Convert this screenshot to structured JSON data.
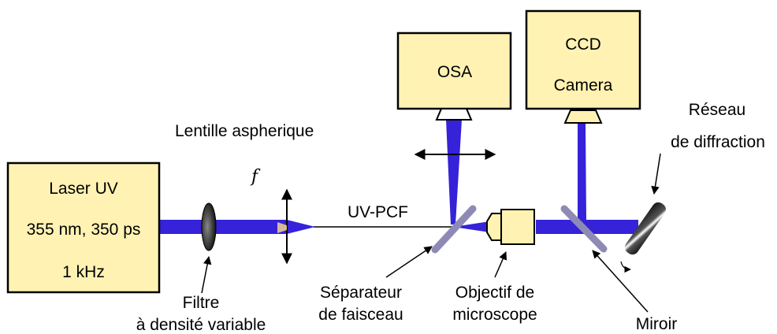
{
  "colors": {
    "box_fill": "#fff2b3",
    "box_stroke": "#000000",
    "beam": "#3522d9",
    "splitter": "#8d8bb5",
    "grating": "#2a2a2a"
  },
  "labels": {
    "laser_line1": "Laser UV",
    "laser_line2": "355 nm, 350 ps",
    "laser_line3": "1 kHz",
    "osa": "OSA",
    "ccd_line1": "CCD",
    "ccd_line2": "Camera",
    "lens": "Lentille aspherique",
    "focal": "f",
    "fiber": "UV-PCF",
    "filter_line1": "Filtre",
    "filter_line2": "à densité variable",
    "splitter_line1": "Séparateur",
    "splitter_line2": "de faisceau",
    "objective_line1": "Objectif de",
    "objective_line2": "microscope",
    "mirror": "Miroir",
    "grating_line1": "Réseau",
    "grating_line2": "de diffraction"
  }
}
